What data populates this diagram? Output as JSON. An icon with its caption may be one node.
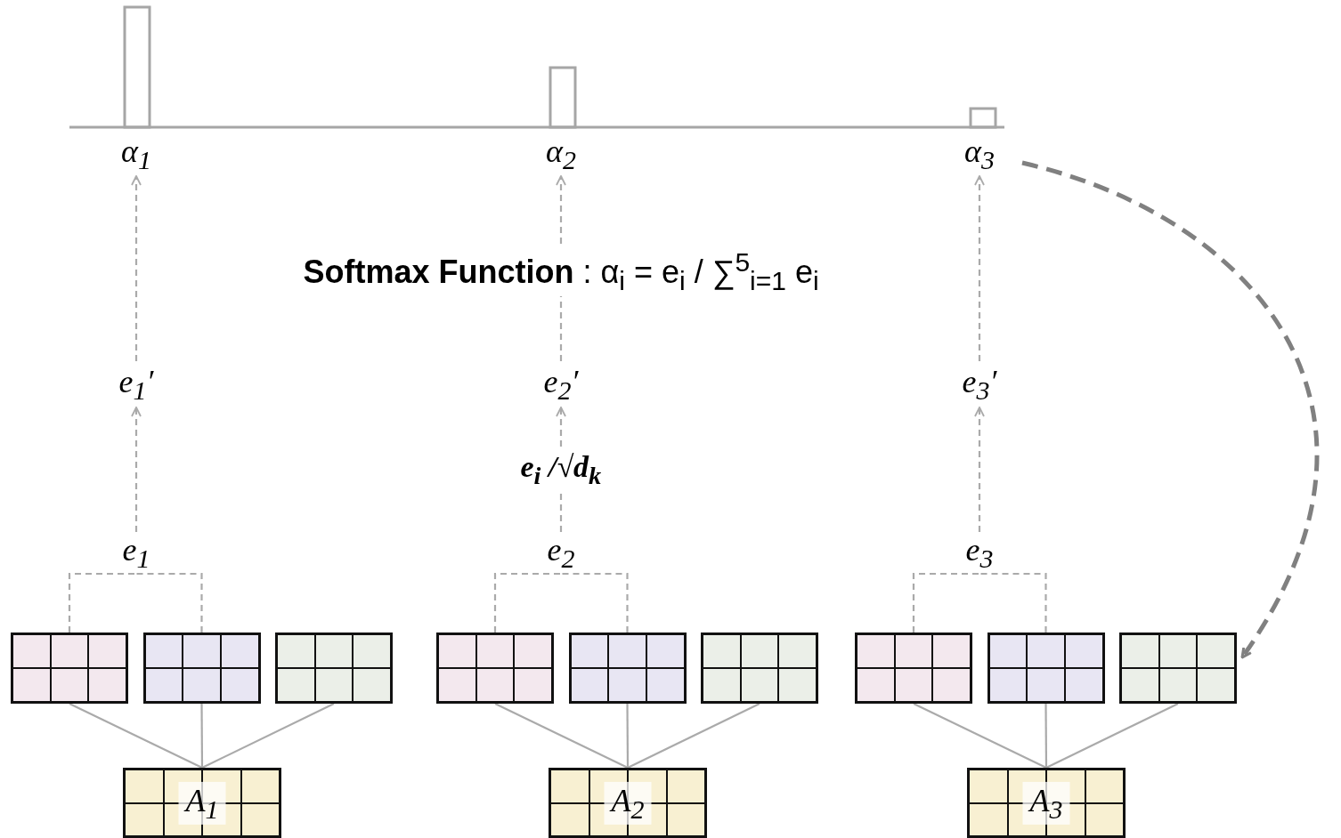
{
  "diagram": {
    "nodes": [
      {
        "text": [
          "α$_{1}$"
        ]
      },
      {
        "text": [
          "α$_{2}$"
        ]
      },
      {
        "text": [
          "α$_{3}$"
        ]
      },
      {
        "text": [
          "e$_{1}$′"
        ]
      },
      {
        "text": [
          "e$_{2}$′"
        ]
      },
      {
        "text": [
          "e$_{3}$′"
        ]
      },
      {
        "text": [
          "e$_{1}$"
        ]
      },
      {
        "text": [
          "e$_{2}$"
        ]
      },
      {
        "text": [
          "e$_{3}$"
        ]
      },
      {
        "text": [],
        "shape": "box"
      },
      {
        "text": [],
        "shape": "box"
      },
      {
        "text": [],
        "shape": "box"
      },
      {
        "text": [],
        "shape": "box"
      },
      {
        "text": [],
        "shape": "box"
      },
      {
        "text": [],
        "shape": "box"
      },
      {
        "text": [],
        "shape": "box"
      },
      {
        "text": [],
        "shape": "box"
      },
      {
        "text": [],
        "shape": "box"
      },
      {
        "text": [
          "A$_{1}$"
        ]
      },
      {
        "text": [
          "A$_{2}$"
        ]
      },
      {
        "text": [
          "A$_{3}$"
        ]
      }
    ],
    "edges": [
      {
        "from": 18,
        "to": 9,
        "arrow": "none"
      },
      {
        "from": 18,
        "to": 10,
        "arrow": "none"
      },
      {
        "from": 18,
        "to": 11,
        "arrow": "none"
      },
      {
        "from": 19,
        "to": 12,
        "arrow": "none"
      },
      {
        "from": 19,
        "to": 13,
        "arrow": "none"
      },
      {
        "from": 19,
        "to": 14,
        "arrow": "none"
      },
      {
        "from": 20,
        "to": 15,
        "arrow": "none"
      },
      {
        "from": 20,
        "to": 16,
        "arrow": "none"
      },
      {
        "from": 20,
        "to": 17,
        "arrow": "none"
      },
      {
        "from": 9,
        "to": 6,
        "arrow": "none",
        "style": "dashed"
      },
      {
        "from": 10,
        "to": 6,
        "arrow": "none",
        "style": "dashed"
      },
      {
        "from": 12,
        "to": 7,
        "arrow": "none",
        "style": "dashed"
      },
      {
        "from": 13,
        "to": 7,
        "arrow": "none",
        "style": "dashed"
      },
      {
        "from": 15,
        "to": 8,
        "arrow": "none",
        "style": "dashed"
      },
      {
        "from": 16,
        "to": 8,
        "arrow": "none",
        "style": "dashed"
      },
      {
        "from": 6,
        "to": 3,
        "arrow": "to",
        "style": "dashed"
      },
      {
        "from": 7,
        "to": 4,
        "arrow": "to",
        "style": "dashed",
        "label": "e$_{i}$ /√d$_{k}$"
      },
      {
        "from": 8,
        "to": 5,
        "arrow": "to",
        "style": "dashed"
      },
      {
        "from": 3,
        "to": 0,
        "arrow": "to",
        "style": "dashed"
      },
      {
        "from": 4,
        "to": 1,
        "arrow": "to",
        "style": "dashed"
      },
      {
        "from": 5,
        "to": 2,
        "arrow": "to",
        "style": "dashed"
      },
      {
        "from": 2,
        "to": 17,
        "arrow": "to",
        "style": "dashed",
        "color": "#808080"
      }
    ],
    "labels": [
      "**Softmax Function** : α$_{i}$ = e$_{i}$ / ∑$^{5}$$_{i=1}$ e$_{i}$"
    ]
  }
}
